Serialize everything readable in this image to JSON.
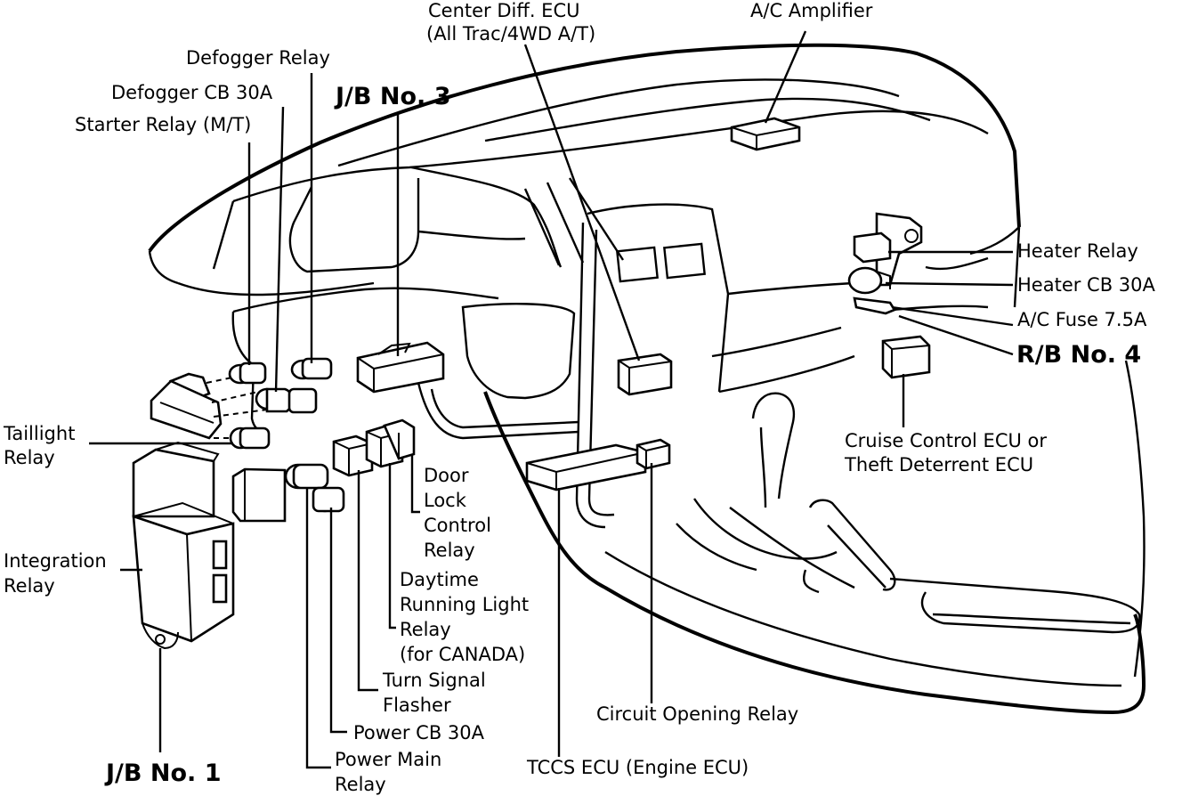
{
  "labels": {
    "center_diff_ecu": [
      "Center Diff. ECU",
      "(All Trac/4WD A/T)"
    ],
    "ac_amplifier": "A/C Amplifier",
    "defogger_relay": "Defogger Relay",
    "defogger_cb": "Defogger CB 30A",
    "starter_relay": "Starter Relay (M/T)",
    "jb_no3": "J/B No. 3",
    "heater_relay": "Heater Relay",
    "heater_cb": "Heater CB 30A",
    "ac_fuse": "A/C Fuse 7.5A",
    "rb_no4": "R/B No. 4",
    "taillight_relay": [
      "Taillight",
      "Relay"
    ],
    "cruise_control_ecu": [
      "Cruise Control ECU or",
      "Theft Deterrent ECU"
    ],
    "door_lock_relay": [
      "Door",
      "Lock",
      "Control",
      "Relay"
    ],
    "integration_relay": [
      "Integration",
      "Relay"
    ],
    "drl_relay": [
      "Daytime",
      "Running Light",
      "Relay",
      "(for CANADA)"
    ],
    "turn_signal_flasher": [
      "Turn Signal",
      "Flasher"
    ],
    "circuit_opening_relay": "Circuit Opening Relay",
    "power_cb": "Power CB 30A",
    "jb_no1": "J/B No. 1",
    "power_main_relay": [
      "Power Main",
      "Relay"
    ],
    "tccs_ecu": "TCCS ECU (Engine ECU)"
  }
}
